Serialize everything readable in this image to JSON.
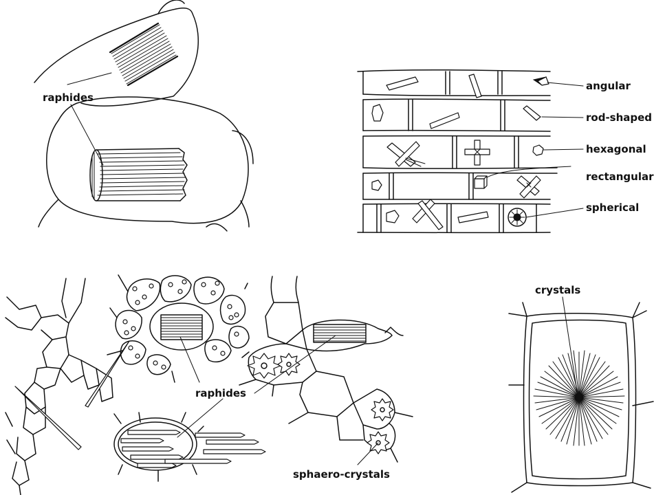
{
  "labels": {
    "raphides_top": "raphides",
    "angular": "angular",
    "rod_shaped": "rod-shaped",
    "hexagonal": "hexagonal",
    "rectangular": "rectangular",
    "spherical": "spherical",
    "crystals": "crystals",
    "raphides_bottom": "raphides",
    "sphaero_crystals": "sphaero-crystals"
  }
}
